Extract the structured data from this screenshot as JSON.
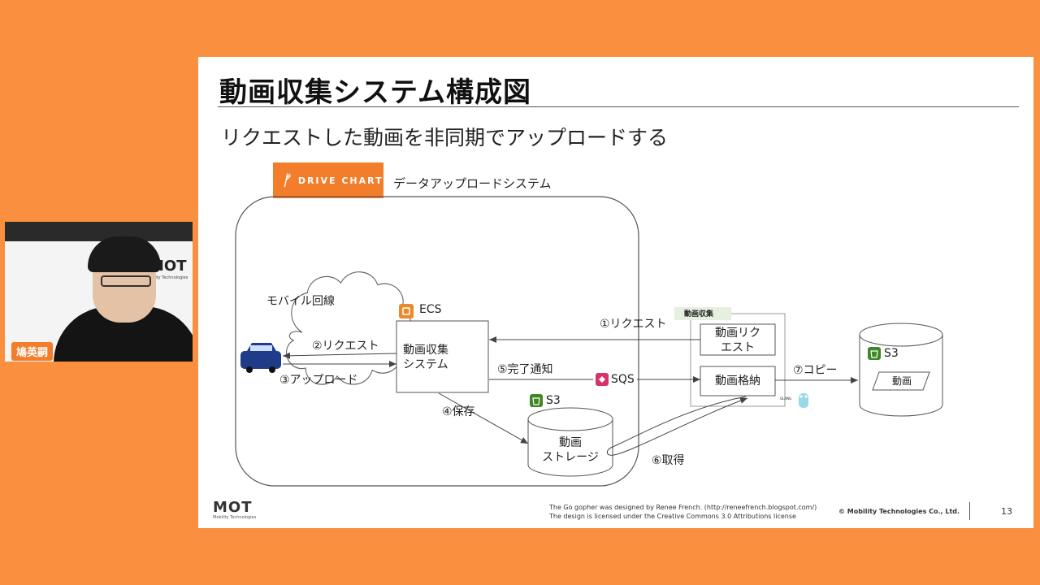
{
  "slide": {
    "title": "動画収集システム構成図",
    "subtitle": "リクエストした動画を非同期でアップロードする",
    "drive_chart_label": "DRIVE CHART",
    "system_caption": "データアップロードシステム",
    "footer": {
      "mot_logo": "MOT",
      "mot_sub": "Mobility Technologies",
      "gopher_note_line1": "The Go gopher was designed by Renee French. (http://reneefrench.blogspot.com/)",
      "gopher_note_line2": "The design is licensed under the Creative Commons 3.0 Attributions license",
      "copyright": "© Mobility Technologies Co., Ltd.",
      "page_number": "13"
    }
  },
  "diagram": {
    "mobile_line": "モバイル回線",
    "ecs_label": "ECS",
    "collector_line1": "動画収集",
    "collector_line2": "システム",
    "request2": "②リクエスト",
    "upload3": "③アップロード",
    "save4": "④保存",
    "notify5": "⑤完了通知",
    "sqs_label": "SQS",
    "s3_storage_label": "S3",
    "storage_line1": "動画",
    "storage_line2": "ストレージ",
    "get6": "⑥取得",
    "request1": "①リクエスト",
    "group_tag": "動画収集",
    "req_box_line1": "動画リク",
    "req_box_line2": "エスト",
    "store_box": "動画格納",
    "copy7": "⑦コピー",
    "s3_right_label": "S3",
    "video_label": "動画",
    "golang_tag": "GLANG"
  },
  "webcam": {
    "name": "鳩英嗣",
    "mot_logo": "MOT",
    "mot_sub": "Mobility Technologies"
  },
  "colors": {
    "background": "#F98F3F",
    "drive_chart_orange": "#F27D2A",
    "ecs_orange": "#E8892B",
    "s3_green": "#3F8624",
    "sqs_pink": "#D6336C",
    "car_blue": "#1F3C88"
  }
}
